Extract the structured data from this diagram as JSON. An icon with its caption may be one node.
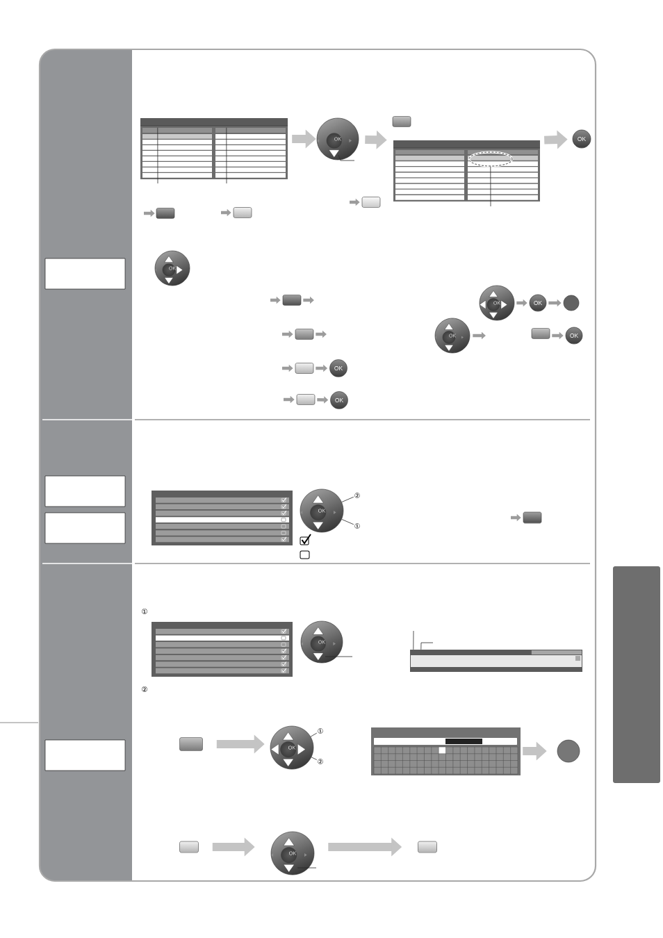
{
  "diagram": {
    "nodes": [
      {
        "text": [],
        "shape": "picture"
      },
      {
        "text": [
          "OK"
        ]
      },
      {
        "text": [],
        "shape": "box"
      },
      {
        "text": [],
        "shape": "picture"
      },
      {
        "text": [
          "OK"
        ]
      },
      {
        "text": [],
        "shape": "box"
      },
      {
        "text": [],
        "shape": "box"
      },
      {
        "text": [],
        "shape": "box"
      },
      {
        "text": [
          "OK"
        ]
      },
      {
        "text": [],
        "shape": "box"
      },
      {
        "text": [
          "OK"
        ]
      },
      {
        "text": [
          "OK"
        ]
      },
      {
        "text": [],
        "shape": "circle"
      },
      {
        "text": [],
        "shape": "box"
      },
      {
        "text": [
          "OK"
        ]
      },
      {
        "text": [],
        "shape": "box"
      },
      {
        "text": [
          "OK"
        ]
      },
      {
        "text": [],
        "shape": "box"
      },
      {
        "text": [
          "OK"
        ]
      },
      {
        "text": [],
        "shape": "box"
      },
      {
        "text": [
          "OK"
        ]
      },
      {
        "text": [],
        "shape": "picture"
      },
      {
        "text": [
          "OK"
        ]
      },
      {
        "text": [
          "②"
        ]
      },
      {
        "text": [
          "①"
        ]
      },
      {
        "text": [],
        "shape": "box"
      },
      {
        "text": [],
        "shape": "picture"
      },
      {
        "text": [
          "OK"
        ]
      },
      {
        "text": [],
        "shape": "picture"
      },
      {
        "text": [],
        "shape": "box"
      },
      {
        "text": [
          "OK"
        ]
      },
      {
        "text": [
          "①"
        ]
      },
      {
        "text": [
          "②"
        ]
      },
      {
        "text": [],
        "shape": "picture"
      },
      {
        "text": [],
        "shape": "circle"
      },
      {
        "text": [],
        "shape": "box"
      },
      {
        "text": [
          "OK"
        ]
      },
      {
        "text": [],
        "shape": "box"
      },
      {
        "text": [],
        "shape": "box"
      }
    ],
    "edges": [
      {
        "from": 0,
        "to": 1,
        "arrow": "to",
        "style": "thick"
      },
      {
        "from": 1,
        "to": 3,
        "arrow": "to",
        "style": "thick"
      },
      {
        "from": 3,
        "to": 4,
        "arrow": "to",
        "style": "thick"
      },
      {
        "from": null,
        "to": 5,
        "arrow": "to"
      },
      {
        "from": null,
        "to": 6,
        "arrow": "to"
      },
      {
        "from": null,
        "to": 7,
        "arrow": "to"
      },
      {
        "from": null,
        "to": 9,
        "arrow": "to"
      },
      {
        "from": 9,
        "to": null,
        "arrow": "to"
      },
      {
        "from": 10,
        "to": 11,
        "arrow": "to"
      },
      {
        "from": 11,
        "to": 12,
        "arrow": "to"
      },
      {
        "from": null,
        "to": 13,
        "arrow": "to"
      },
      {
        "from": 13,
        "to": null,
        "arrow": "to"
      },
      {
        "from": 14,
        "to": null,
        "arrow": "to"
      },
      {
        "from": 15,
        "to": 16,
        "arrow": "to"
      },
      {
        "from": null,
        "to": 17,
        "arrow": "to"
      },
      {
        "from": 17,
        "to": 18,
        "arrow": "to"
      },
      {
        "from": null,
        "to": 19,
        "arrow": "to"
      },
      {
        "from": 19,
        "to": 20,
        "arrow": "to"
      },
      {
        "from": 23,
        "to": 22,
        "arrow": "none",
        "color": "#2a2a2a"
      },
      {
        "from": 24,
        "to": 22,
        "arrow": "none",
        "color": "#2a2a2a"
      },
      {
        "from": null,
        "to": 25,
        "arrow": "to"
      },
      {
        "from": 29,
        "to": 30,
        "arrow": "to",
        "style": "thick"
      },
      {
        "from": 31,
        "to": 30,
        "arrow": "none",
        "color": "#2a2a2a"
      },
      {
        "from": 32,
        "to": 30,
        "arrow": "none",
        "color": "#2a2a2a"
      },
      {
        "from": 33,
        "to": 34,
        "arrow": "to",
        "style": "thick"
      },
      {
        "from": 35,
        "to": 36,
        "arrow": "to",
        "style": "thick"
      },
      {
        "from": 36,
        "to": 37,
        "arrow": "to",
        "style": "thick"
      },
      {
        "from": null,
        "to": 0,
        "arrow": "none",
        "color": "#2a2a2a"
      },
      {
        "from": null,
        "to": 0,
        "arrow": "none",
        "color": "#2a2a2a"
      },
      {
        "from": null,
        "to": 3,
        "arrow": "none",
        "color": "#2a2a2a"
      },
      {
        "from": null,
        "to": 1,
        "arrow": "none",
        "color": "#2a2a2a"
      },
      {
        "from": null,
        "to": 27,
        "arrow": "none",
        "color": "#2a2a2a"
      },
      {
        "from": null,
        "to": 28,
        "arrow": "none",
        "color": "#2a2a2a"
      },
      {
        "from": null,
        "to": 28,
        "arrow": "none",
        "color": "#2a2a2a"
      },
      {
        "from": null,
        "to": 36,
        "arrow": "none",
        "color": "#2a2a2a"
      }
    ],
    "labels": [
      "①",
      "②"
    ]
  }
}
